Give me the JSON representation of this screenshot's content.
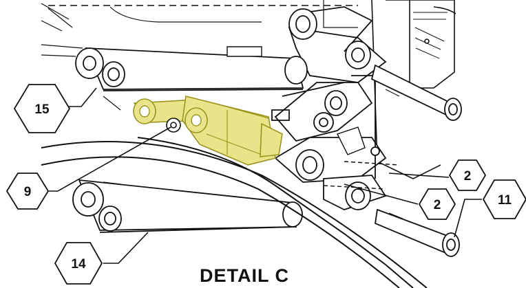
{
  "title": "DETAIL C",
  "colors": {
    "line": "#111111",
    "highlight_fill": "#e9e48a",
    "highlight_stroke": "#9a9420"
  },
  "callouts": [
    {
      "id": "c15",
      "label": "15"
    },
    {
      "id": "c9",
      "label": "9"
    },
    {
      "id": "c14",
      "label": "14"
    },
    {
      "id": "c2a",
      "label": "2"
    },
    {
      "id": "c2b",
      "label": "2"
    },
    {
      "id": "c11",
      "label": "11"
    }
  ]
}
